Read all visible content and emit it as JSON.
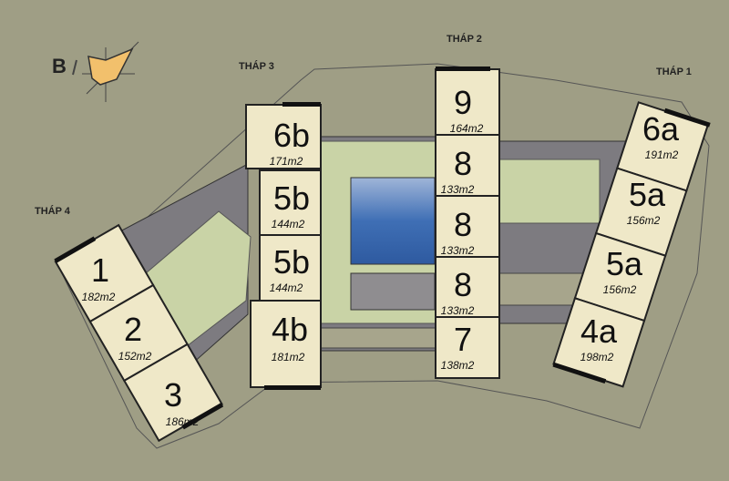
{
  "compass": {
    "letter": "B"
  },
  "towers": [
    {
      "name": "THÁP 1"
    },
    {
      "name": "THÁP 2"
    },
    {
      "name": "THÁP 3"
    },
    {
      "name": "THÁP 4"
    }
  ],
  "units": {
    "t1": [
      {
        "no": "6a",
        "area": "191m2"
      },
      {
        "no": "5a",
        "area": "156m2"
      },
      {
        "no": "5a",
        "area": "156m2"
      },
      {
        "no": "4a",
        "area": "198m2"
      }
    ],
    "t2": [
      {
        "no": "9",
        "area": "164m2"
      },
      {
        "no": "8",
        "area": "133m2"
      },
      {
        "no": "8",
        "area": "133m2"
      },
      {
        "no": "8",
        "area": "133m2"
      },
      {
        "no": "7",
        "area": "138m2"
      }
    ],
    "t3": [
      {
        "no": "6b",
        "area": "171m2"
      },
      {
        "no": "5b",
        "area": "144m2"
      },
      {
        "no": "5b",
        "area": "144m2"
      },
      {
        "no": "4b",
        "area": "181m2"
      }
    ],
    "t4": [
      {
        "no": "1",
        "area": "182m2"
      },
      {
        "no": "2",
        "area": "152m2"
      },
      {
        "no": "3",
        "area": "186m2"
      }
    ]
  },
  "colors": {
    "background": "#9f9e85",
    "unit": "#efe8c8",
    "courtyard": "#c9d3a6",
    "pool": "#4a78b8",
    "podium": "#7d7b78"
  }
}
